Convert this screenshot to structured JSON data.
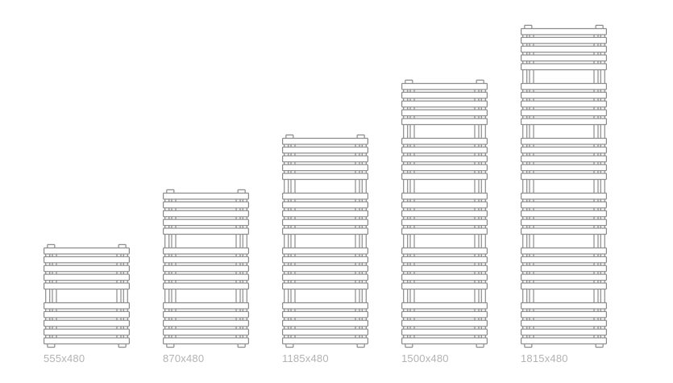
{
  "page": {
    "background": "#ffffff"
  },
  "drawing_style": {
    "outline_color": "#8c8c8c",
    "fill_color": "#ffffff",
    "label_color": "#b3b3b3"
  },
  "diagram": {
    "bars_per_group": 5,
    "radiators": [
      {
        "label": "555x480",
        "bar_groups": 2
      },
      {
        "label": "870x480",
        "bar_groups": 3
      },
      {
        "label": "1185x480",
        "bar_groups": 4
      },
      {
        "label": "1500x480",
        "bar_groups": 5
      },
      {
        "label": "1815x480",
        "bar_groups": 6
      }
    ]
  }
}
